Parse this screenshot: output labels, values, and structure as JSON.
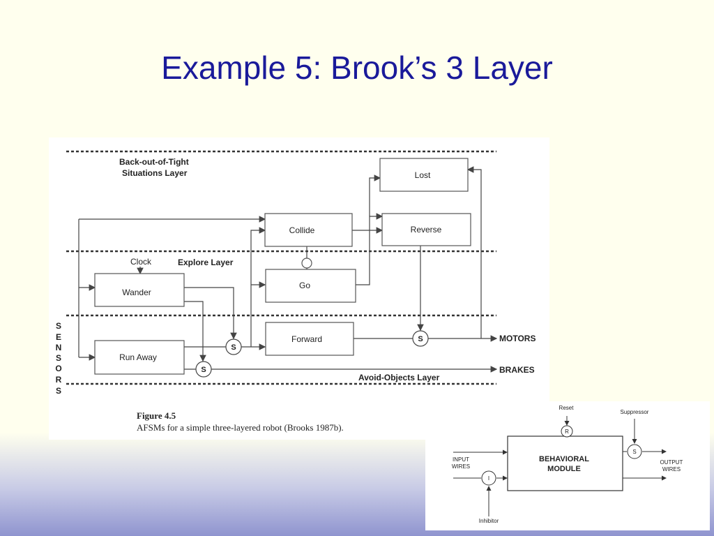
{
  "slide": {
    "title": "Example 5: Brook’s 3 Layer"
  },
  "figure": {
    "layers": {
      "back_out": [
        "Back-out-of-Tight",
        "Situations Layer"
      ],
      "explore": "Explore Layer",
      "avoid": "Avoid-Objects Layer"
    },
    "modules": {
      "lost": "Lost",
      "reverse": "Reverse",
      "collide": "Collide",
      "go": "Go",
      "wander": "Wander",
      "forward": "Forward",
      "run_away": "Run Away"
    },
    "clock": "Clock",
    "suppress_node": "S",
    "outputs": {
      "motors": "MOTORS",
      "brakes": "BRAKES"
    },
    "sensors_letters": [
      "S",
      "E",
      "N",
      "S",
      "O",
      "R",
      "S"
    ],
    "caption": {
      "label": "Figure 4.5",
      "text": "AFSMs for a simple three-layered robot (Brooks 1987b)."
    }
  },
  "module_diagram": {
    "reset": "Reset",
    "suppressor": "Suppressor",
    "reset_node": "R",
    "suppressor_node": "S",
    "inhibitor_node": "I",
    "inhibitor": "Inhibitor",
    "module_label": [
      "BEHAVIORAL",
      "MODULE"
    ],
    "input_wires": [
      "INPUT",
      "WIRES"
    ],
    "output_wires": [
      "OUTPUT",
      "WIRES"
    ]
  }
}
